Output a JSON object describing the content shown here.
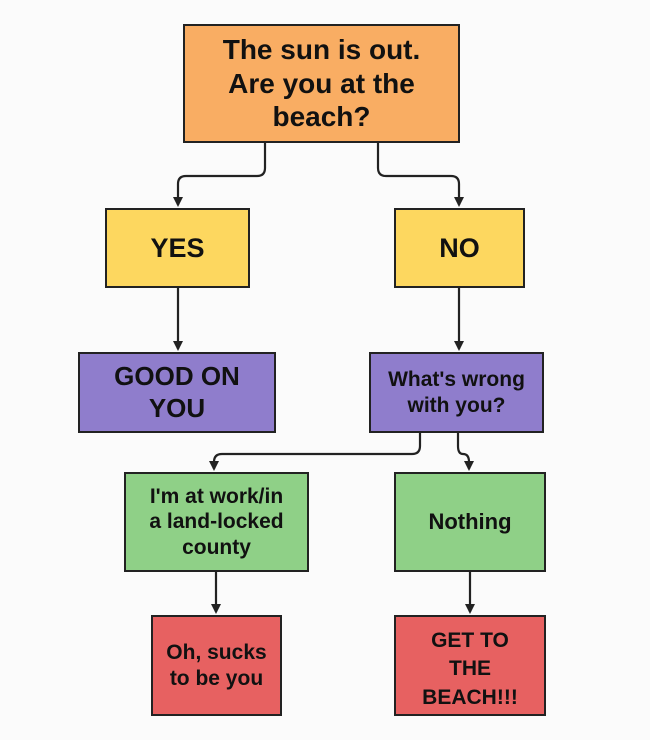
{
  "colors": {
    "orange": "#f9ad63",
    "yellow": "#fdd75f",
    "purple": "#8f7dcc",
    "green": "#8fd087",
    "red": "#e76161",
    "line": "#222222",
    "text": "#111111"
  },
  "nodes": {
    "question": {
      "label": "The sun is out.\nAre you at the\nbeach?",
      "fill": "orange"
    },
    "yes": {
      "label": "YES",
      "fill": "yellow"
    },
    "no": {
      "label": "NO",
      "fill": "yellow"
    },
    "good": {
      "label": "GOOD ON\nYOU",
      "fill": "purple"
    },
    "wrong": {
      "label": "What's wrong\nwith you?",
      "fill": "purple"
    },
    "work": {
      "label": "I'm at work/in\na land-locked\ncounty",
      "fill": "green"
    },
    "nothing": {
      "label": "Nothing",
      "fill": "green"
    },
    "sucks": {
      "label": "Oh, sucks\nto be you",
      "fill": "red"
    },
    "get": {
      "label": "GET TO\nTHE\nBEACH!!!",
      "fill": "red"
    }
  },
  "edges": [
    {
      "from": "question",
      "to": "yes"
    },
    {
      "from": "question",
      "to": "no"
    },
    {
      "from": "yes",
      "to": "good"
    },
    {
      "from": "no",
      "to": "wrong"
    },
    {
      "from": "wrong",
      "to": "work"
    },
    {
      "from": "wrong",
      "to": "nothing"
    },
    {
      "from": "work",
      "to": "sucks"
    },
    {
      "from": "nothing",
      "to": "get"
    }
  ]
}
